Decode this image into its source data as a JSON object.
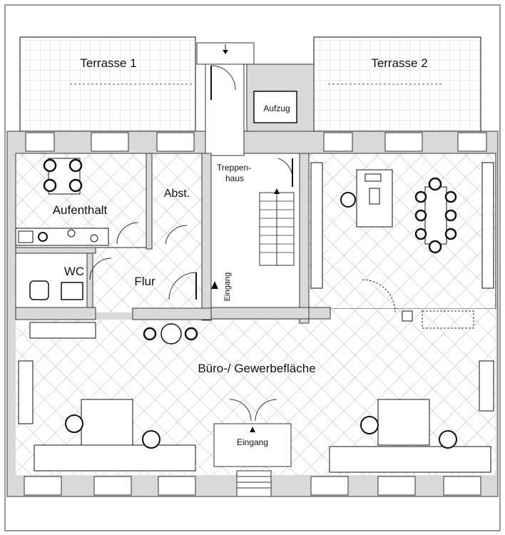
{
  "plan": {
    "rooms": {
      "terrace_1": "Terrasse 1",
      "terrace_2": "Terrasse 2",
      "elevator": "Aufzug",
      "stairwell_line1": "Treppen-",
      "stairwell_line2": "haus",
      "storage": "Abst.",
      "lounge": "Aufenthalt",
      "wc": "WC",
      "hallway": "Flur",
      "entrance_side": "Eingang",
      "office_area": "Büro-/ Gewerbefläche",
      "entrance_main": "Eingang"
    },
    "colors": {
      "wall": "#d9d9d9",
      "wall_stroke": "#333333",
      "hatch": "#b5b5b5",
      "furniture_fill": "#ffffff",
      "dark": "#111111"
    }
  }
}
